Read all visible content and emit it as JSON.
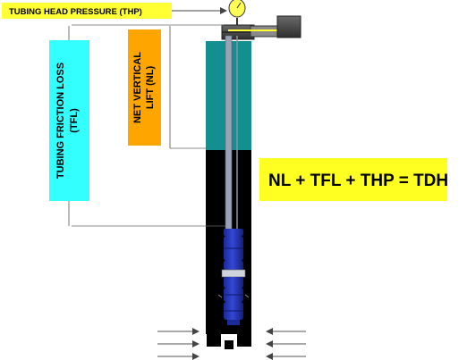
{
  "labels": {
    "thp": "TUBING HEAD PRESSURE (THP)",
    "tfl_line1": "TUBING FRICTION LOSS",
    "tfl_line2": "(TFL)",
    "nl_line1": "NET VERTICAL",
    "nl_line2": "LIFT (NL)"
  },
  "equation": {
    "text": "NL + TFL + THP =  TDH"
  },
  "colors": {
    "thp_box": "#ffff33",
    "tfl_box": "#33ffff",
    "nl_box": "#ffa500",
    "equation_box": "#ffff22",
    "casing_fluid": "#148f8f",
    "well_dark": "#000000",
    "pump_blue": "#2233bb",
    "wellhead_gray": "#505050",
    "tubing": "#9aa3b5"
  }
}
